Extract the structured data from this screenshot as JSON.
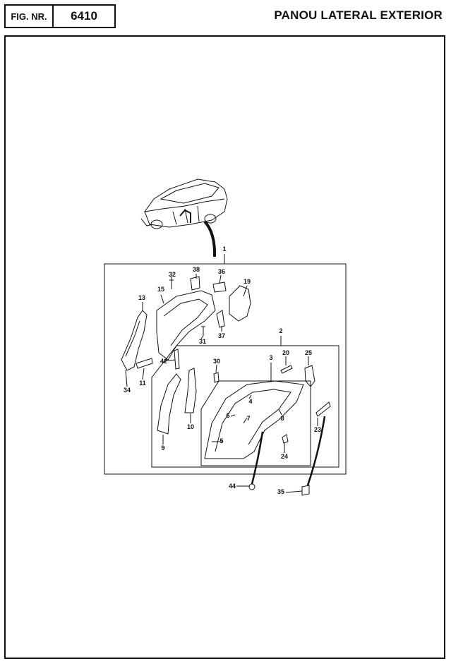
{
  "header": {
    "fig_label": "FIG. NR.",
    "fig_number": "6410",
    "title": "PANOU LATERAL EXTERIOR"
  },
  "callouts": [
    "1",
    "2",
    "3",
    "4",
    "5",
    "6",
    "7",
    "8",
    "9",
    "10",
    "11",
    "13",
    "15",
    "19",
    "20",
    "23",
    "24",
    "25",
    "30",
    "31",
    "32",
    "34",
    "35",
    "36",
    "37",
    "38",
    "42",
    "44"
  ]
}
